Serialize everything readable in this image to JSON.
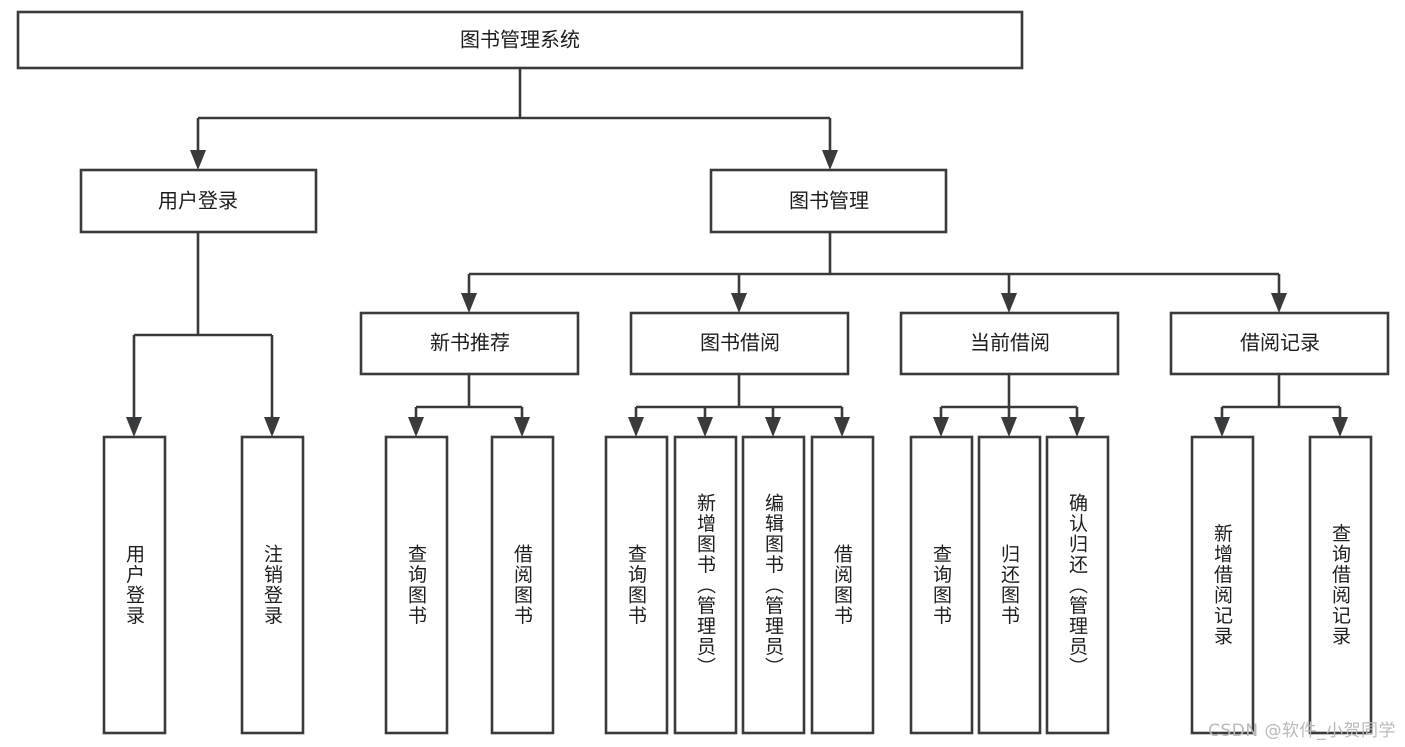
{
  "diagram": {
    "type": "tree-hierarchy",
    "title": "图书管理系统",
    "watermark": "CSDN @软件_小贺同学",
    "colors": {
      "stroke": "#393a3b",
      "fill": "#ffffff",
      "text": "#1d1d1f",
      "watermark": "#b9b9bb"
    },
    "root": {
      "label": "图书管理系统",
      "orientation": "horizontal"
    },
    "level2": [
      {
        "label": "用户登录",
        "orientation": "horizontal"
      },
      {
        "label": "图书管理",
        "orientation": "horizontal"
      }
    ],
    "level3": [
      {
        "label": "新书推荐",
        "orientation": "horizontal"
      },
      {
        "label": "图书借阅",
        "orientation": "horizontal"
      },
      {
        "label": "当前借阅",
        "orientation": "horizontal"
      },
      {
        "label": "借阅记录",
        "orientation": "horizontal"
      }
    ],
    "leaves": {
      "user_login": [
        {
          "label": "用户登录",
          "orientation": "vertical"
        },
        {
          "label": "注销登录",
          "orientation": "vertical"
        }
      ],
      "new_book_recommend": [
        {
          "label": "查询图书",
          "orientation": "vertical"
        },
        {
          "label": "借阅图书",
          "orientation": "vertical"
        }
      ],
      "book_borrow": [
        {
          "label": "查询图书",
          "orientation": "vertical"
        },
        {
          "label": "新增图书（管理员）",
          "orientation": "vertical"
        },
        {
          "label": "编辑图书（管理员）",
          "orientation": "vertical"
        },
        {
          "label": "借阅图书",
          "orientation": "vertical"
        }
      ],
      "current_borrow": [
        {
          "label": "查询图书",
          "orientation": "vertical"
        },
        {
          "label": "归还图书",
          "orientation": "vertical"
        },
        {
          "label": "确认归还（管理员）",
          "orientation": "vertical"
        }
      ],
      "borrow_record": [
        {
          "label": "新增借阅记录",
          "orientation": "vertical"
        },
        {
          "label": "查询借阅记录",
          "orientation": "vertical"
        }
      ]
    }
  }
}
